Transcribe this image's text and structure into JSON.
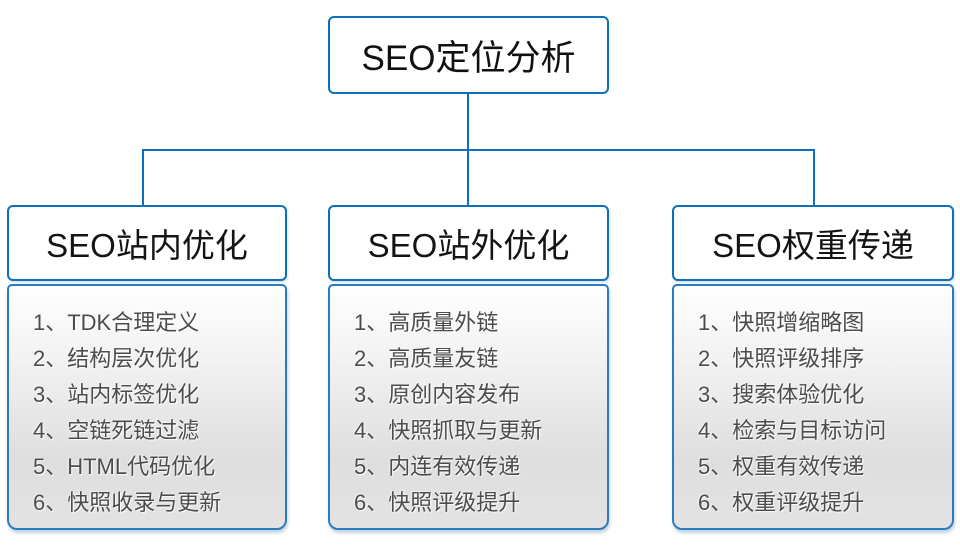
{
  "colors": {
    "accent_blue": "#0d70ba",
    "header_text": "#141414",
    "item_text": "#4c4c4c",
    "list_bg_top": "#ffffff",
    "list_bg_bottom": "#dedede"
  },
  "root": {
    "label": "SEO定位分析"
  },
  "branches": [
    {
      "label": "SEO站内优化",
      "items": [
        "1、TDK合理定义",
        "2、结构层次优化",
        "3、站内标签优化",
        "4、空链死链过滤",
        "5、HTML代码优化",
        "6、快照收录与更新"
      ]
    },
    {
      "label": "SEO站外优化",
      "items": [
        "1、高质量外链",
        "2、高质量友链",
        "3、原创内容发布",
        "4、快照抓取与更新",
        "5、内连有效传递",
        "6、快照评级提升"
      ]
    },
    {
      "label": "SEO权重传递",
      "items": [
        "1、快照增缩略图",
        "2、快照评级排序",
        "3、搜索体验优化",
        "4、检索与目标访问",
        "5、权重有效传递",
        "6、权重评级提升"
      ]
    }
  ]
}
